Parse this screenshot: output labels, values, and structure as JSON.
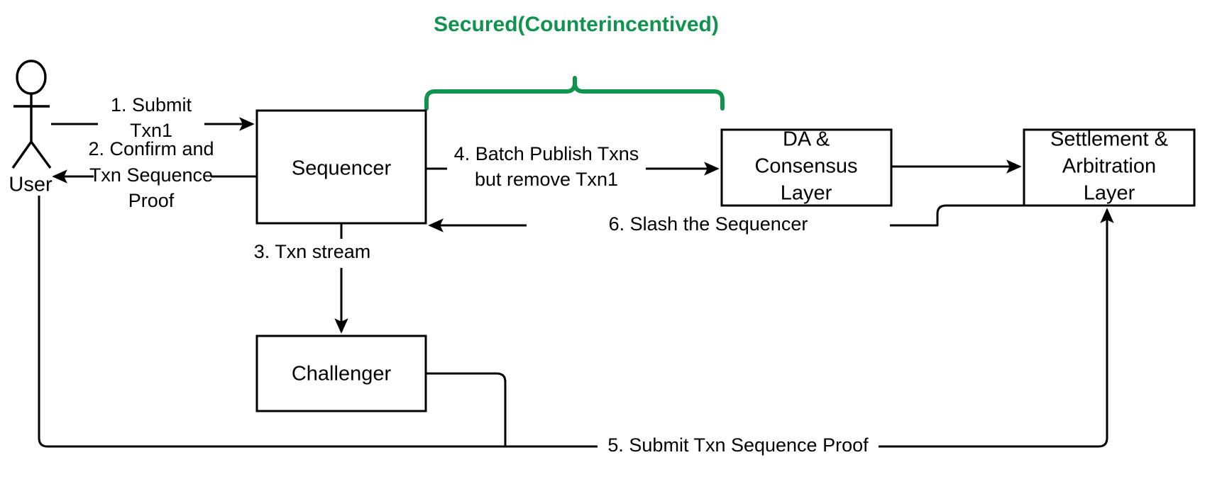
{
  "diagram": {
    "title": "Secured(Counterincentived)",
    "title_color": "#12924F",
    "accent_color": "#12924F",
    "line_color": "#000000",
    "background": "#ffffff",
    "actors": [
      {
        "id": "user",
        "label": "User",
        "kind": "stick-figure"
      }
    ],
    "nodes": [
      {
        "id": "sequencer",
        "label": "Sequencer",
        "lines": [
          "Sequencer"
        ]
      },
      {
        "id": "challenger",
        "label": "Challenger",
        "lines": [
          "Challenger"
        ]
      },
      {
        "id": "da",
        "label": "DA & Consensus Layer",
        "lines": [
          "DA &",
          "Consensus",
          "Layer"
        ]
      },
      {
        "id": "settlement",
        "label": "Settlement & Arbitration Layer",
        "lines": [
          "Settlement &",
          "Arbitration",
          "Layer"
        ]
      }
    ],
    "edges": [
      {
        "id": "e1",
        "from": "user",
        "to": "sequencer",
        "lines": [
          "1. Submit",
          "Txn1"
        ]
      },
      {
        "id": "e2",
        "from": "sequencer",
        "to": "user",
        "lines": [
          "2. Confirm and",
          "Txn Sequence",
          "Proof"
        ]
      },
      {
        "id": "e3",
        "from": "sequencer",
        "to": "challenger",
        "lines": [
          "3. Txn stream"
        ]
      },
      {
        "id": "e4",
        "from": "sequencer",
        "to": "da",
        "lines": [
          "4. Batch Publish Txns",
          "but remove Txn1"
        ]
      },
      {
        "id": "e5",
        "from": "challenger",
        "to": "settlement",
        "lines": [
          "5. Submit Txn Sequence Proof"
        ]
      },
      {
        "id": "e6",
        "from": "settlement",
        "to": "sequencer",
        "lines": [
          "6. Slash the Sequencer"
        ]
      },
      {
        "id": "e7",
        "from": "da",
        "to": "settlement",
        "lines": []
      }
    ],
    "annotations": [
      {
        "id": "brace",
        "type": "curly-brace",
        "label": "Secured(Counterincentived)",
        "spans": [
          "sequencer-output",
          "da"
        ]
      }
    ]
  }
}
